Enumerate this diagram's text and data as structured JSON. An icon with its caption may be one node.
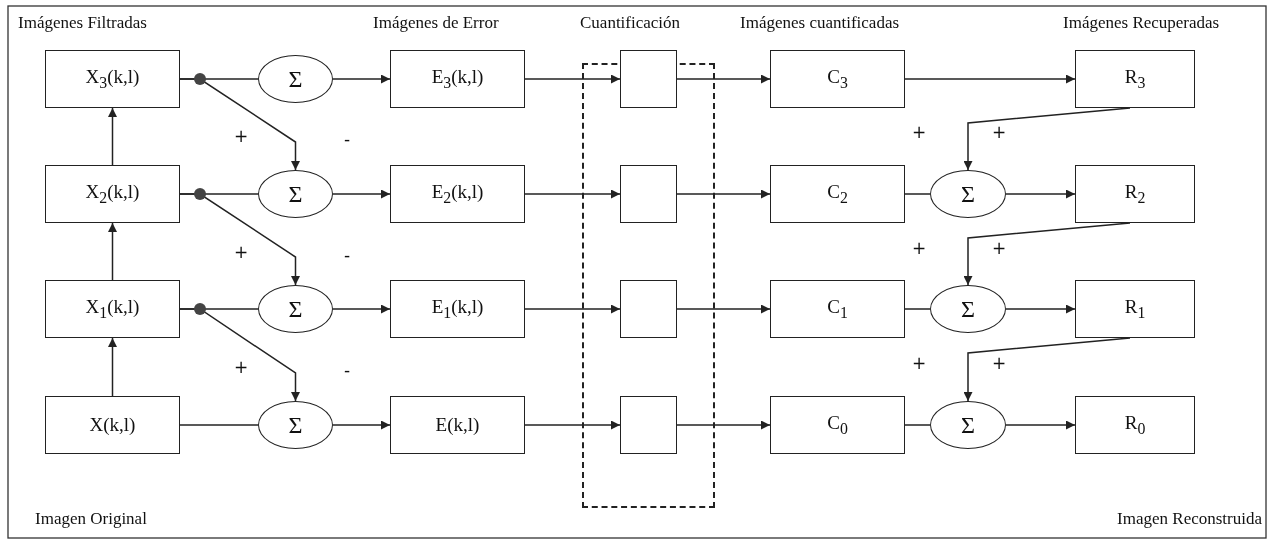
{
  "diagram": {
    "nodes": [
      {
        "text": [],
        "shape": "box"
      },
      {
        "text": [
          "X$_{3}$(k,l)"
        ]
      },
      {
        "text": [
          "Σ"
        ]
      },
      {
        "text": [
          "E$_{3}$(k,l)"
        ]
      },
      {
        "text": [],
        "shape": "box",
        "in": 0
      },
      {
        "text": [
          "C$_{3}$"
        ]
      },
      {
        "text": [
          "R$_{3}$"
        ]
      },
      {
        "text": [
          "X$_{2}$(k,l)"
        ]
      },
      {
        "text": [
          "Σ"
        ]
      },
      {
        "text": [
          "E$_{2}$(k,l)"
        ]
      },
      {
        "text": [],
        "shape": "box",
        "in": 0
      },
      {
        "text": [
          "C$_{2}$"
        ]
      },
      {
        "text": [
          "Σ"
        ]
      },
      {
        "text": [
          "R$_{2}$"
        ]
      },
      {
        "text": [
          "X$_{1}$(k,l)"
        ]
      },
      {
        "text": [
          "Σ"
        ]
      },
      {
        "text": [
          "E$_{1}$(k,l)"
        ]
      },
      {
        "text": [],
        "shape": "box",
        "in": 0
      },
      {
        "text": [
          "C$_{1}$"
        ]
      },
      {
        "text": [
          "Σ"
        ]
      },
      {
        "text": [
          "R$_{1}$"
        ]
      },
      {
        "text": [
          "X(k,l)"
        ],
        "beside": [
          "Imagen Original"
        ]
      },
      {
        "text": [
          "Σ"
        ]
      },
      {
        "text": [
          "E(k,l)"
        ]
      },
      {
        "text": [],
        "shape": "box",
        "in": 0
      },
      {
        "text": [
          "C$_{0}$"
        ]
      },
      {
        "text": [
          "Σ"
        ]
      },
      {
        "text": [
          "R$_{0}$"
        ],
        "beside": [
          "Imagen Reconstruida"
        ]
      }
    ],
    "edges": [
      {
        "from": 7,
        "to": 1,
        "arrow": "to"
      },
      {
        "from": 14,
        "to": 7,
        "arrow": "to"
      },
      {
        "from": 21,
        "to": 14,
        "arrow": "to"
      },
      {
        "from": 1,
        "to": 2,
        "arrow": "none"
      },
      {
        "from": 1,
        "to": 8,
        "arrow": "to"
      },
      {
        "from": 2,
        "to": 3,
        "arrow": "to"
      },
      {
        "from": 3,
        "to": 4,
        "arrow": "to"
      },
      {
        "from": 4,
        "to": 5,
        "arrow": "to"
      },
      {
        "from": 5,
        "to": 6,
        "arrow": "to"
      },
      {
        "from": 6,
        "to": 12,
        "arrow": "to"
      },
      {
        "from": 7,
        "to": 8,
        "arrow": "none"
      },
      {
        "from": 7,
        "to": 15,
        "arrow": "to"
      },
      {
        "from": 8,
        "to": 9,
        "arrow": "to"
      },
      {
        "from": 9,
        "to": 10,
        "arrow": "to"
      },
      {
        "from": 10,
        "to": 11,
        "arrow": "to"
      },
      {
        "from": 11,
        "to": 12,
        "arrow": "none"
      },
      {
        "from": 12,
        "to": 13,
        "arrow": "to"
      },
      {
        "from": 13,
        "to": 19,
        "arrow": "to"
      },
      {
        "from": 14,
        "to": 15,
        "arrow": "none"
      },
      {
        "from": 14,
        "to": 22,
        "arrow": "to"
      },
      {
        "from": 15,
        "to": 16,
        "arrow": "to"
      },
      {
        "from": 16,
        "to": 17,
        "arrow": "to"
      },
      {
        "from": 17,
        "to": 18,
        "arrow": "to"
      },
      {
        "from": 18,
        "to": 19,
        "arrow": "none"
      },
      {
        "from": 19,
        "to": 20,
        "arrow": "to"
      },
      {
        "from": 20,
        "to": 26,
        "arrow": "to"
      },
      {
        "from": 21,
        "to": 22,
        "arrow": "none"
      },
      {
        "from": 22,
        "to": 23,
        "arrow": "to"
      },
      {
        "from": 23,
        "to": 24,
        "arrow": "to"
      },
      {
        "from": 24,
        "to": 25,
        "arrow": "to"
      },
      {
        "from": 25,
        "to": 26,
        "arrow": "none"
      },
      {
        "from": 26,
        "to": 27,
        "arrow": "to"
      }
    ],
    "labels": [
      "Imágenes Filtradas",
      "Imágenes de Error",
      "Cuantificación",
      "Imágenes cuantificadas",
      "Imágenes Recuperadas",
      "+",
      "-",
      "+",
      "+",
      "+",
      "-",
      "+",
      "+",
      "+",
      "-",
      "+",
      "+"
    ]
  }
}
